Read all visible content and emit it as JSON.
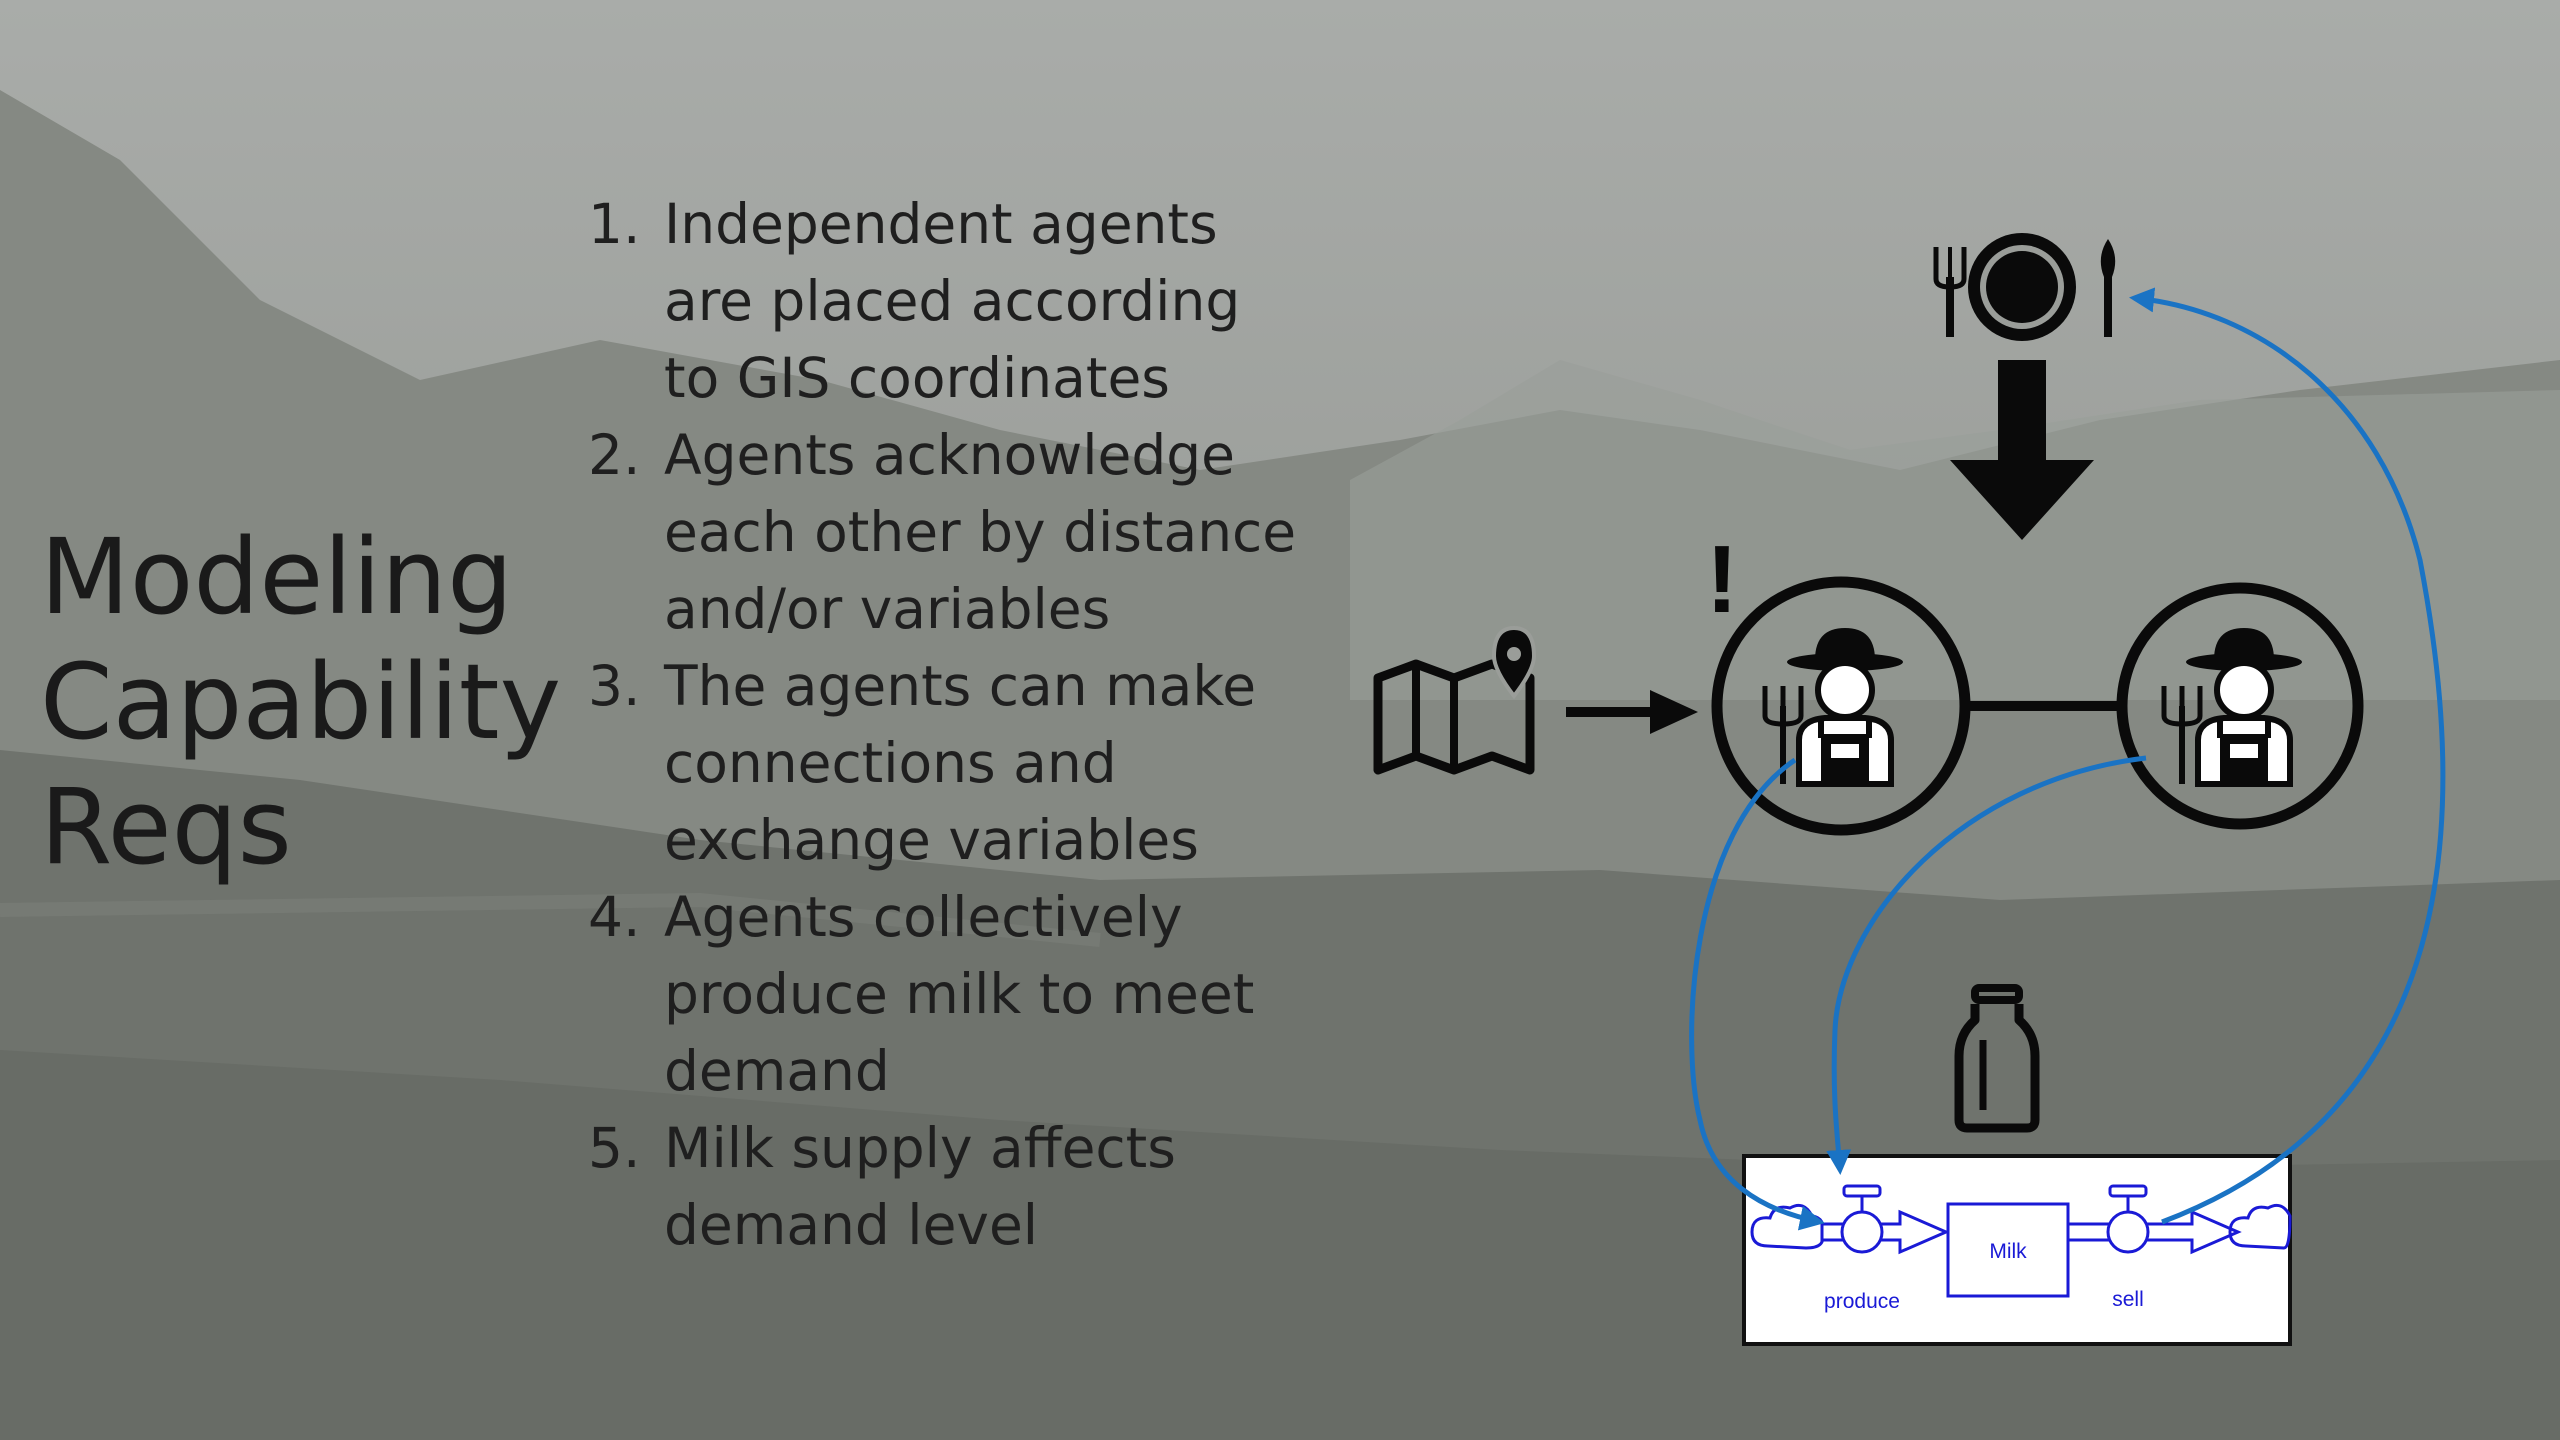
{
  "slide": {
    "title_lines": [
      "Modeling",
      "Capability",
      "Reqs"
    ],
    "requirements": [
      {
        "number": "1.",
        "lines": [
          "Independent agents",
          "are placed according",
          "to GIS coordinates"
        ]
      },
      {
        "number": "2.",
        "lines": [
          "Agents acknowledge",
          "each other by distance",
          "and/or variables"
        ]
      },
      {
        "number": "3.",
        "lines": [
          "The agents can make",
          "connections and",
          "exchange variables"
        ]
      },
      {
        "number": "4.",
        "lines": [
          "Agents collectively",
          "produce milk to meet",
          "demand"
        ]
      },
      {
        "number": "5.",
        "lines": [
          "Milk supply affects",
          "demand level"
        ]
      }
    ]
  },
  "diagram": {
    "alert_mark": "!",
    "stock_flow": {
      "stock_label": "Milk",
      "inflow_label": "produce",
      "outflow_label": "sell"
    },
    "icons": [
      "plate-cutlery-icon",
      "down-arrow-icon",
      "map-pin-icon",
      "right-arrow-icon",
      "farmer-icon",
      "milk-bottle-icon"
    ],
    "colors": {
      "link_arrows": "#1a73c4",
      "stock_flow": "#1a1ad6",
      "icons": "#0a0a0a"
    }
  }
}
